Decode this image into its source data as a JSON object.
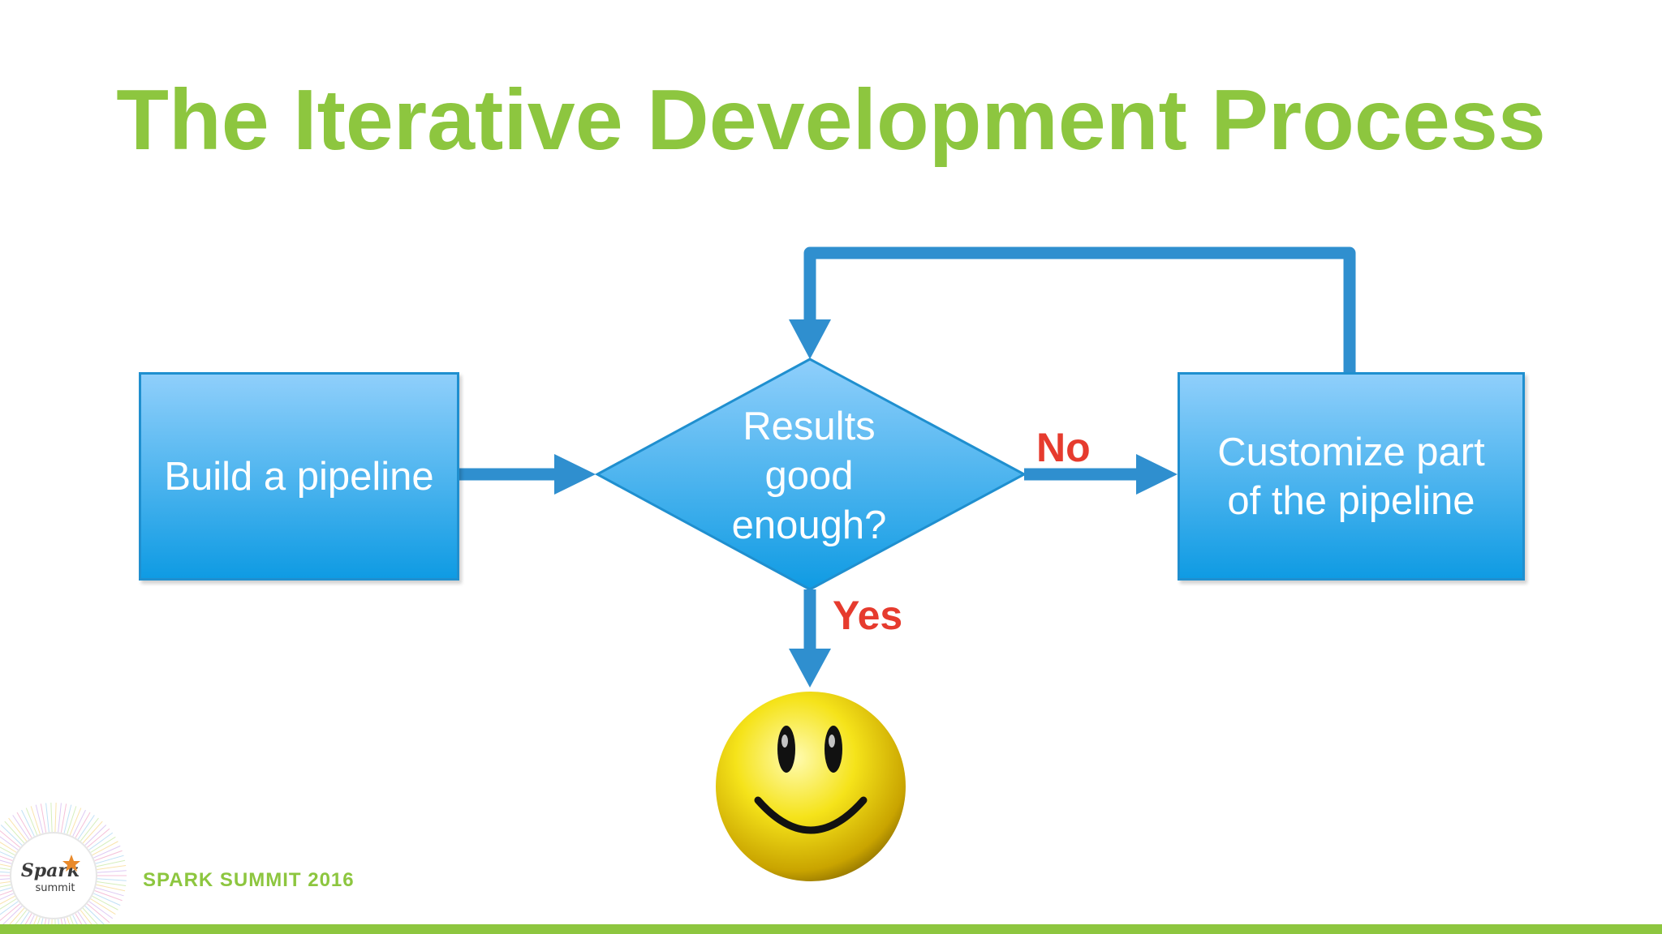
{
  "slide": {
    "title": "The Iterative Development Process",
    "footer": "SPARK SUMMIT 2016"
  },
  "flowchart": {
    "box_build": "Build a pipeline",
    "decision": [
      "Results",
      "good",
      "enough?"
    ],
    "box_customize": [
      "Customize part",
      "of the pipeline"
    ],
    "label_no": "No",
    "label_yes": "Yes",
    "outcome_icon": "smiley-face-icon"
  },
  "logo": {
    "line1": "Spark",
    "line2": "summit",
    "icon": "spark-star-icon"
  },
  "colors": {
    "title_green": "#8dc63f",
    "arrow_blue": "#2f8fcf",
    "box_top": "#8fcffb",
    "box_bottom": "#0f9be3",
    "label_red": "#e63b2e",
    "footer_bar": "#8dc63f",
    "smiley_yellow": "#f4e100"
  }
}
